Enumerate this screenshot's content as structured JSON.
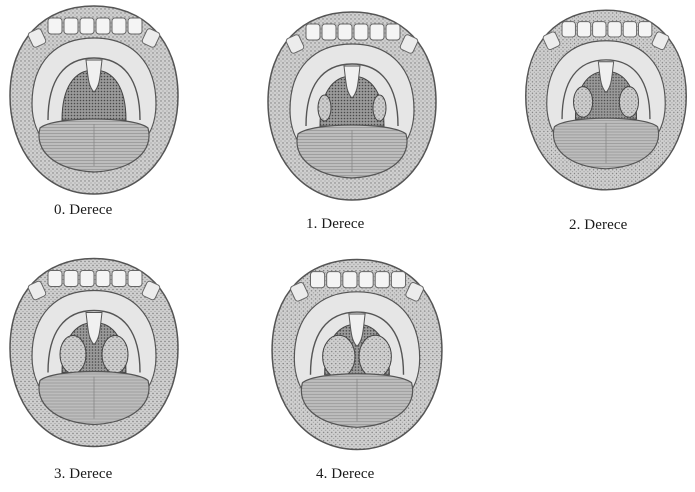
{
  "figure": {
    "panels": [
      {
        "caption": "0. Derece",
        "tonsil_grade": 0
      },
      {
        "caption": "1. Derece",
        "tonsil_grade": 1
      },
      {
        "caption": "2. Derece",
        "tonsil_grade": 2
      },
      {
        "caption": "3. Derece",
        "tonsil_grade": 3
      },
      {
        "caption": "4. Derece",
        "tonsil_grade": 4
      }
    ]
  }
}
